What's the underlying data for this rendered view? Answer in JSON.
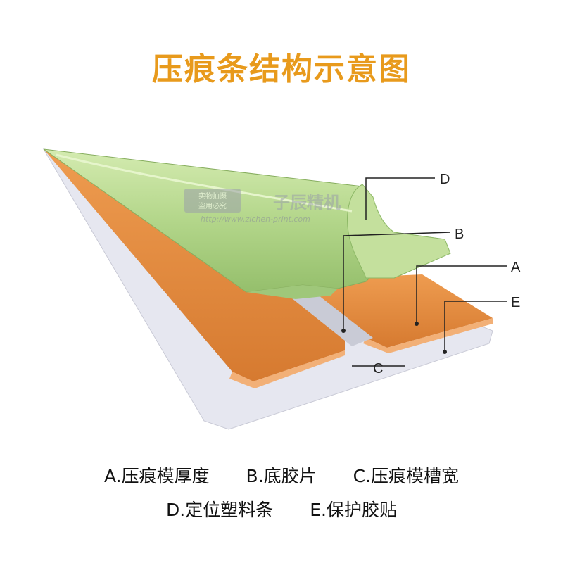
{
  "title": "压痕条结构示意图",
  "colors": {
    "title": "#E89A1C",
    "green_main": "#B7D98E",
    "green_dark": "#8DB866",
    "orange": "#E38A3C",
    "orange_dark": "#C9702A",
    "base_sheet": "#E8E9F2",
    "line": "#222222"
  },
  "callouts": {
    "A": "A",
    "B": "B",
    "C": "C",
    "D": "D",
    "E": "E"
  },
  "watermark": {
    "line1": "实物拍摄",
    "line2": "盗用必究",
    "brand": "子辰精机",
    "url": "http://www.zichen-print.com"
  },
  "legend": {
    "row1": [
      "A.压痕模厚度",
      "B.底胶片",
      "C.压痕模槽宽"
    ],
    "row2": [
      "D.定位塑料条",
      "E.保护胶贴"
    ]
  }
}
